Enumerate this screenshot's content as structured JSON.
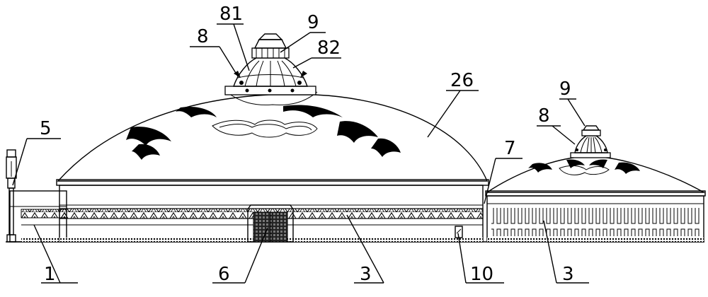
{
  "labels": {
    "l1": "1",
    "l5": "5",
    "l6": "6",
    "l3a": "3",
    "l10": "10",
    "l3b": "3",
    "l7": "7",
    "l8a": "8",
    "l81": "81",
    "l9a": "9",
    "l82": "82",
    "l26": "26",
    "l8b": "8",
    "l9b": "9"
  }
}
